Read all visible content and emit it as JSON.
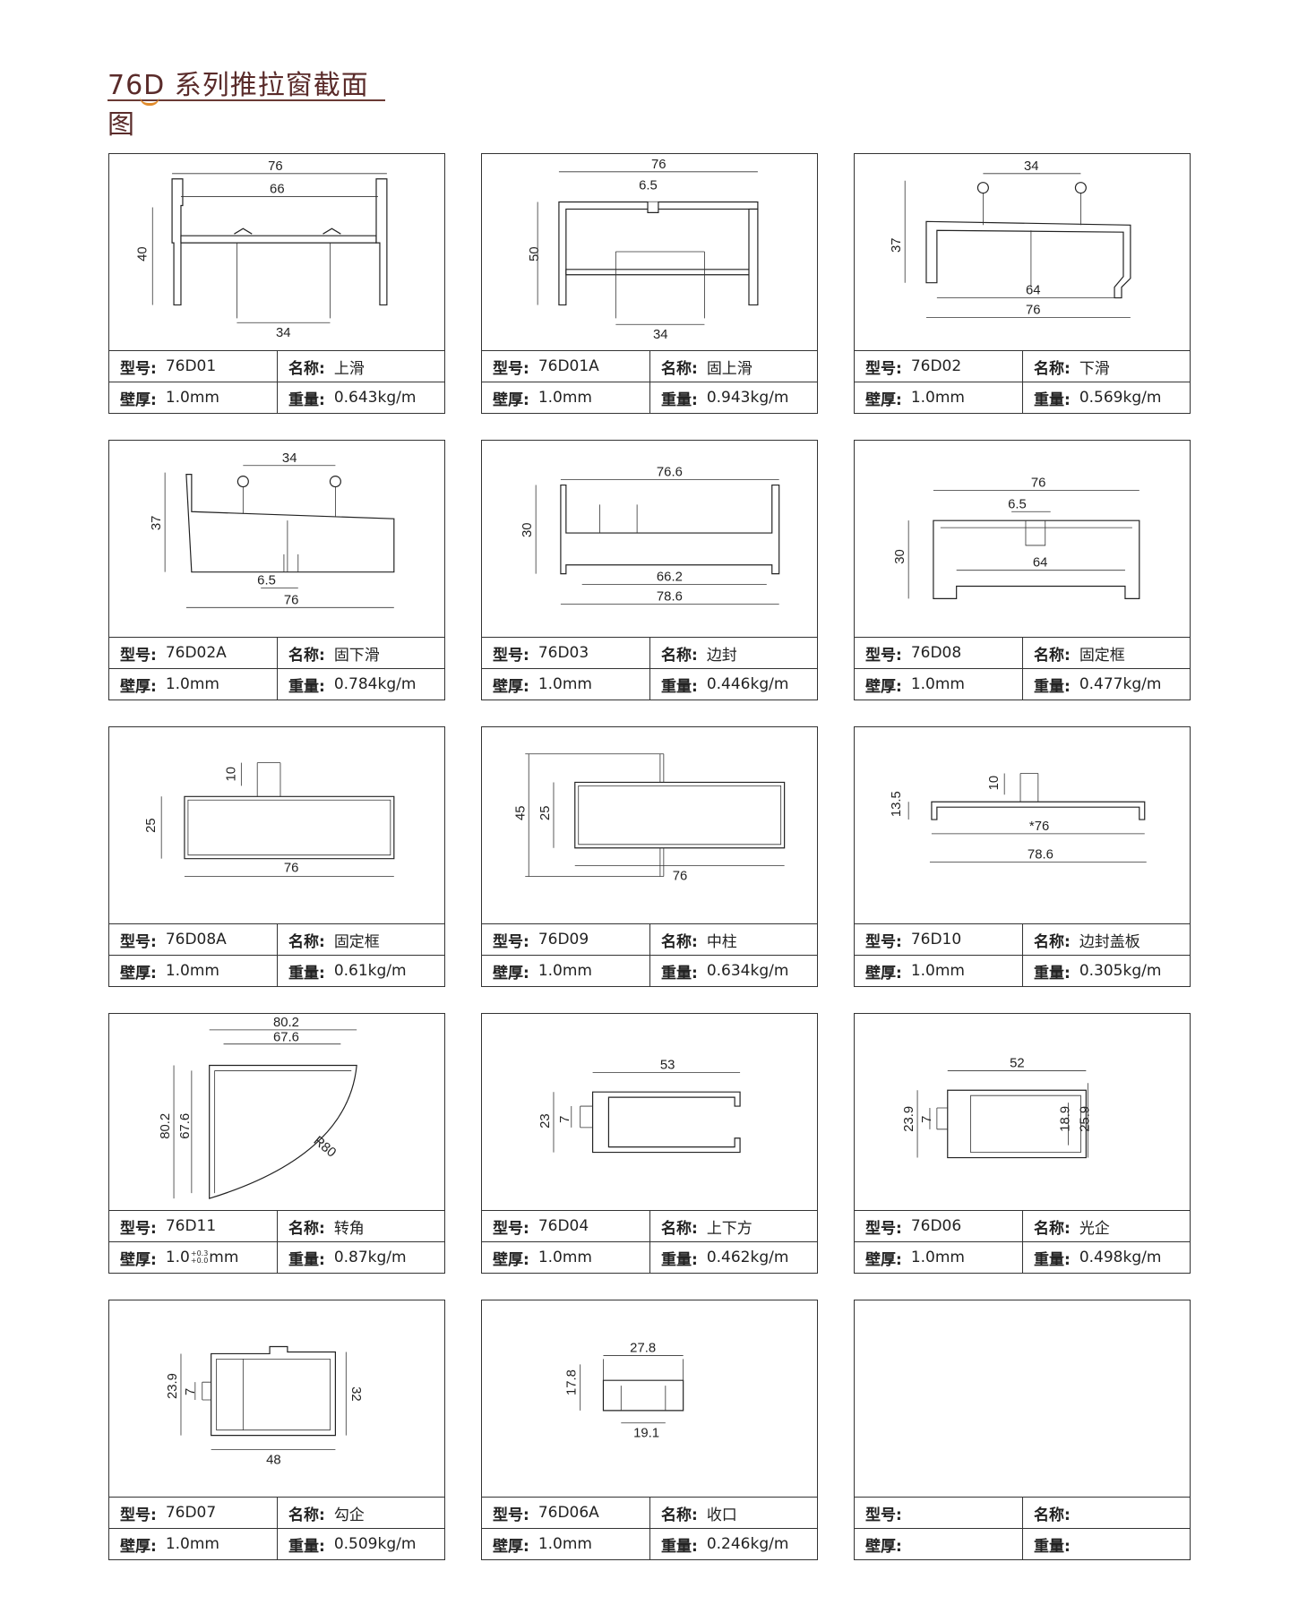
{
  "page_title": "76D 系列推拉窗截面图",
  "labels": {
    "model": "型号:",
    "name": "名称:",
    "thickness": "壁厚:",
    "weight": "重量:"
  },
  "cards": [
    {
      "model": "76D01",
      "name": "上滑",
      "thickness": "1.0mm",
      "weight": "0.643kg/m",
      "dims": [
        "76",
        "66",
        "40",
        "34"
      ]
    },
    {
      "model": "76D01A",
      "name": "固上滑",
      "thickness": "1.0mm",
      "weight": "0.943kg/m",
      "dims": [
        "76",
        "6.5",
        "50",
        "34"
      ]
    },
    {
      "model": "76D02",
      "name": "下滑",
      "thickness": "1.0mm",
      "weight": "0.569kg/m",
      "dims": [
        "34",
        "37",
        "64",
        "76"
      ]
    },
    {
      "model": "76D02A",
      "name": "固下滑",
      "thickness": "1.0mm",
      "weight": "0.784kg/m",
      "dims": [
        "34",
        "37",
        "6.5",
        "76"
      ]
    },
    {
      "model": "76D03",
      "name": "边封",
      "thickness": "1.0mm",
      "weight": "0.446kg/m",
      "dims": [
        "76.6",
        "30",
        "66.2",
        "78.6"
      ]
    },
    {
      "model": "76D08",
      "name": "固定框",
      "thickness": "1.0mm",
      "weight": "0.477kg/m",
      "dims": [
        "76",
        "6.5",
        "30",
        "64"
      ]
    },
    {
      "model": "76D08A",
      "name": "固定框",
      "thickness": "1.0mm",
      "weight": "0.61kg/m",
      "dims": [
        "10",
        "25",
        "76"
      ]
    },
    {
      "model": "76D09",
      "name": "中柱",
      "thickness": "1.0mm",
      "weight": "0.634kg/m",
      "dims": [
        "45",
        "25",
        "76"
      ]
    },
    {
      "model": "76D10",
      "name": "边封盖板",
      "thickness": "1.0mm",
      "weight": "0.305kg/m",
      "dims": [
        "10",
        "13.5",
        "*76",
        "78.6"
      ]
    },
    {
      "model": "76D11",
      "name": "转角",
      "thickness": "1.0",
      "thickness_tol_upper": "+0.3",
      "thickness_tol_lower": "+0.0",
      "thickness_unit": "mm",
      "weight": "0.87kg/m",
      "dims": [
        "80.2",
        "67.6",
        "80.2",
        "67.6",
        "R80"
      ]
    },
    {
      "model": "76D04",
      "name": "上下方",
      "thickness": "1.0mm",
      "weight": "0.462kg/m",
      "dims": [
        "53",
        "23",
        "7"
      ]
    },
    {
      "model": "76D06",
      "name": "光企",
      "thickness": "1.0mm",
      "weight": "0.498kg/m",
      "dims": [
        "52",
        "23.9",
        "7",
        "18.9",
        "25.9"
      ]
    },
    {
      "model": "76D07",
      "name": "勾企",
      "thickness": "1.0mm",
      "weight": "0.509kg/m",
      "dims": [
        "23.9",
        "7",
        "32",
        "48"
      ]
    },
    {
      "model": "76D06A",
      "name": "收口",
      "thickness": "1.0mm",
      "weight": "0.246kg/m",
      "dims": [
        "27.8",
        "17.8",
        "19.1"
      ]
    },
    {
      "model": "",
      "name": "",
      "thickness": "",
      "weight": "",
      "dims": []
    }
  ]
}
